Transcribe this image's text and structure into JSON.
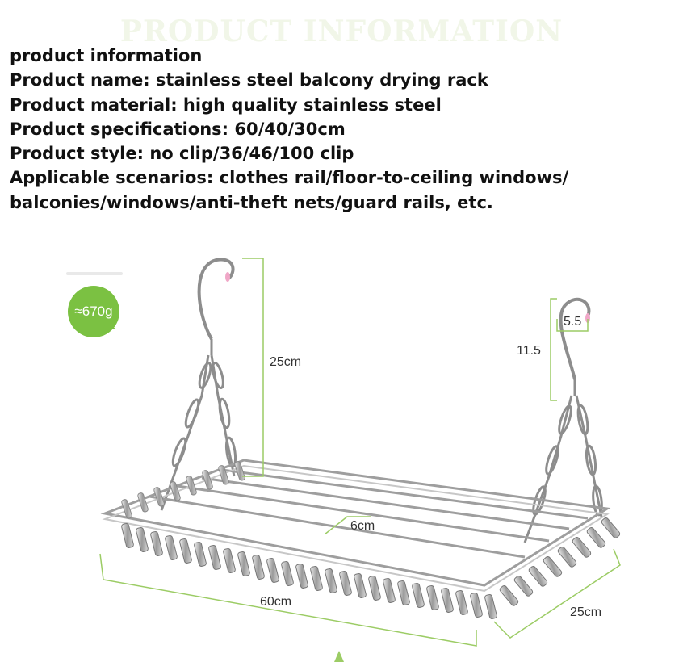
{
  "banner": {
    "title": "PRODUCT INFORMATION"
  },
  "info": {
    "heading": "product information",
    "name": "Product name: stainless steel balcony drying rack",
    "material": "Product material: high quality stainless steel",
    "specs": "Product specifications: 60/40/30cm",
    "style": "Product style: no clip/36/46/100 clip",
    "scenarios_1": "Applicable scenarios: clothes rail/floor-to-ceiling windows/",
    "scenarios_2": "balconies/windows/anti-theft nets/guard rails, etc."
  },
  "badge": {
    "weight": "≈670g",
    "color": "#7bc142"
  },
  "dimensions": {
    "hook_height": "25cm",
    "hook_inner_height": "11.5",
    "hook_opening": "5.5",
    "rail_spacing": "6cm",
    "length": "60cm",
    "width": "25cm",
    "line_color": "#9ccc65"
  }
}
